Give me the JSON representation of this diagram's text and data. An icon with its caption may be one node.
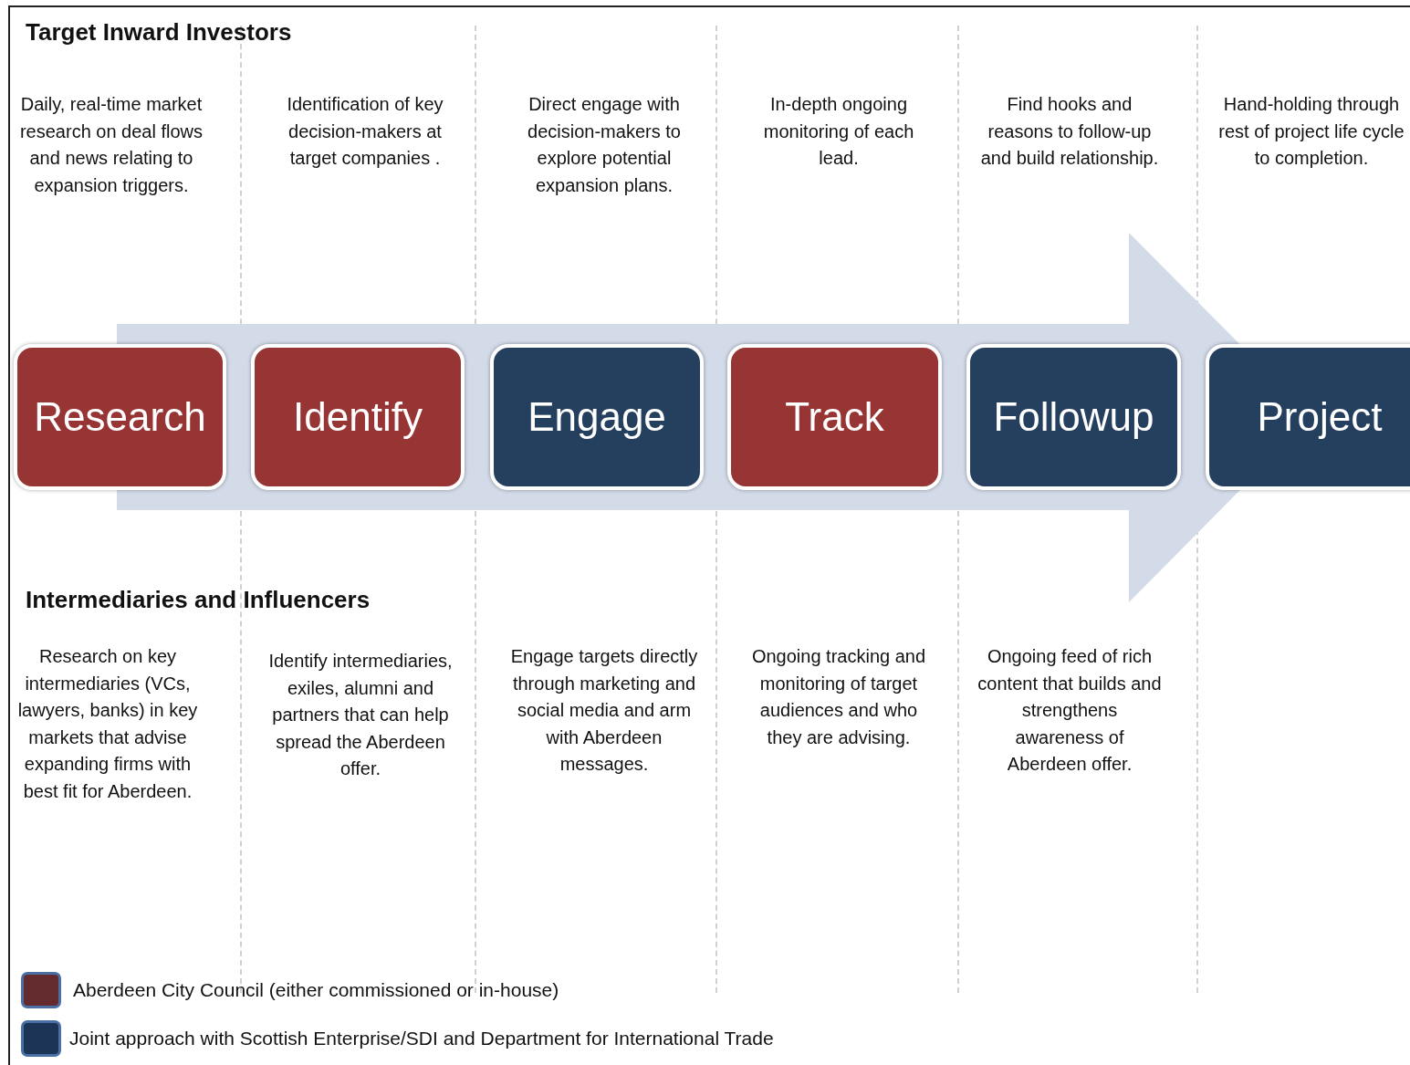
{
  "diagram": {
    "nodes": [
      {
        "text": [
          "Research"
        ]
      },
      {
        "text": [
          "Identify"
        ]
      },
      {
        "text": [
          "Engage"
        ]
      },
      {
        "text": [
          "Track"
        ]
      },
      {
        "text": [
          "Followup"
        ]
      },
      {
        "text": [
          "Project"
        ]
      }
    ],
    "labels": [
      "Target Inward Investors",
      "Daily, real-time market research on deal flows and news relating to expansion triggers.",
      "Identification of key decision-makers at target companies .",
      "Direct engage with decision-makers  to explore potential expansion plans.",
      "In-depth ongoing monitoring of each lead.",
      "Find hooks and reasons to follow-up and build relationship.",
      "Hand-holding through rest of project life cycle to completion.",
      "Intermediaries and Influencers",
      "Research on key intermediaries (VCs, lawyers, banks) in key markets that advise expanding firms with best fit for Aberdeen.",
      "Identify intermediaries, exiles, alumni and partners that can help spread the Aberdeen offer.",
      "Engage targets directly through marketing and social media and arm with Aberdeen messages.",
      "Ongoing tracking and monitoring of target audiences and who they are advising.",
      "Ongoing feed of rich content that builds and strengthens awareness of Aberdeen offer."
    ],
    "legend": [
      {
        "text": "Aberdeen City Council  (either commissioned or in-house)",
        "color": "#632b2e"
      },
      {
        "text": "Joint approach with Scottish Enterprise/SDI and Department for International Trade",
        "color": "#1c3557"
      }
    ]
  }
}
